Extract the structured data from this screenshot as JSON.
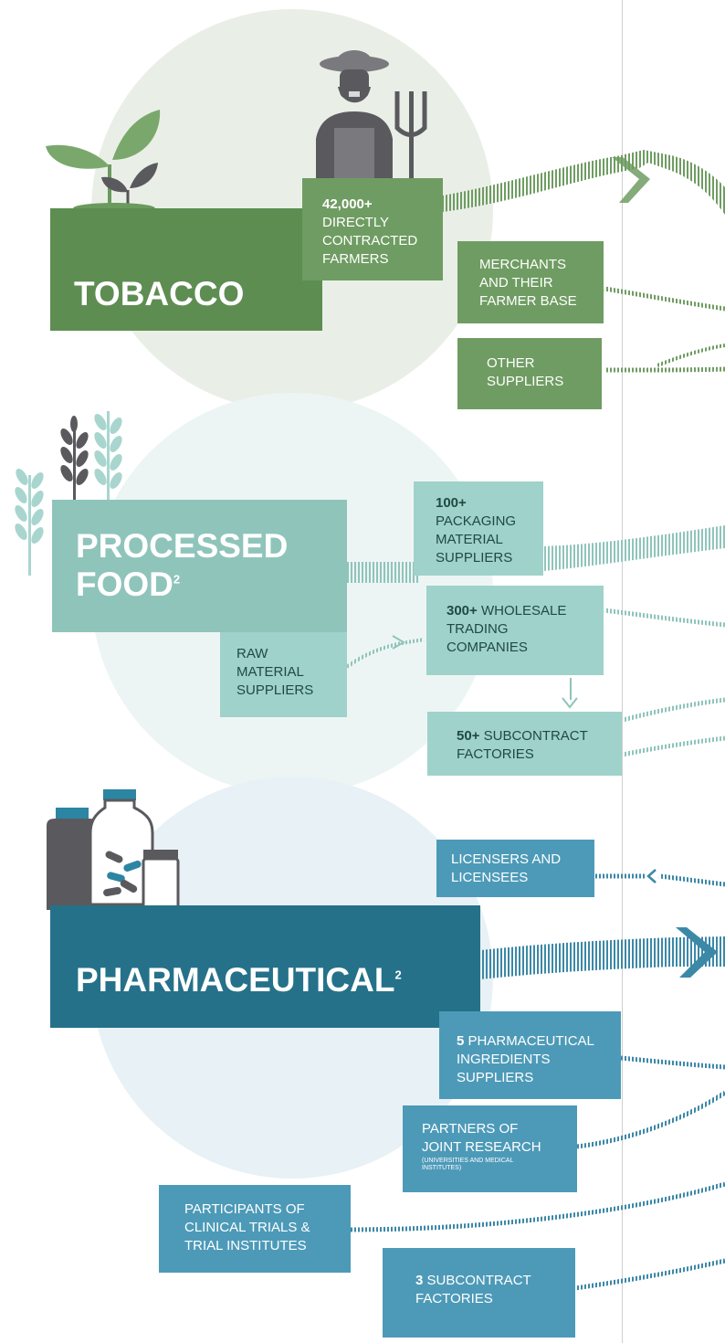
{
  "sections": {
    "tobacco": {
      "title": "TOBACCO",
      "color": "#5e8d52"
    },
    "food": {
      "title": "PROCESSED FOOD",
      "title_line1": "PROCESSED",
      "title_line2": "FOOD",
      "sup": "2",
      "color": "#8fc4bb"
    },
    "pharma": {
      "title": "PHARMACEUTICAL",
      "sup": "2",
      "color": "#25718a"
    }
  },
  "tobacco_boxes": {
    "farmers": {
      "count": "42,000+",
      "line1": "DIRECTLY",
      "line2": "CONTRACTED",
      "line3": "FARMERS"
    },
    "merchants": {
      "line1": "MERCHANTS",
      "line2": "AND THEIR",
      "line3": "FARMER BASE"
    },
    "other": {
      "line1": "OTHER",
      "line2": "SUPPLIERS"
    }
  },
  "food_boxes": {
    "packaging": {
      "count": "100+",
      "line1": "PACKAGING",
      "line2": "MATERIAL",
      "line3": "SUPPLIERS"
    },
    "wholesale": {
      "count": "300+",
      "line1": "WHOLESALE",
      "line2": "TRADING",
      "line3": "COMPANIES"
    },
    "raw": {
      "line1": "RAW",
      "line2": "MATERIAL",
      "line3": "SUPPLIERS"
    },
    "subcontract": {
      "count": "50+",
      "line1": "SUBCONTRACT",
      "line2": "FACTORIES"
    }
  },
  "pharma_boxes": {
    "licensers": {
      "line1": "LICENSERS AND",
      "line2": "LICENSEES"
    },
    "ingredients": {
      "count": "5",
      "line1": "PHARMACEUTICAL",
      "line2": "INGREDIENTS",
      "line3": "SUPPLIERS"
    },
    "research": {
      "line1": "PARTNERS OF",
      "line2": "JOINT RESEARCH",
      "note1": "(UNIVERSITIES AND MEDICAL",
      "note2": "INSTITUTES)"
    },
    "clinical": {
      "line1": "PARTICIPANTS OF",
      "line2": "CLINICAL TRIALS &",
      "line3": "TRIAL INSTITUTES"
    },
    "factories": {
      "count": "3",
      "line1": "SUBCONTRACT",
      "line2": "FACTORIES"
    }
  },
  "colors": {
    "tobacco_box": "#6f9c62",
    "tobacco_dark": "#5e8d52",
    "food_box": "#9fd2ca",
    "food_dark": "#8fc4bb",
    "pharma_box": "#4d9ab8",
    "pharma_dark": "#25718a",
    "circle_green": "#e9efe7",
    "circle_teal": "#edf5f4",
    "circle_blue": "#e8f1f5"
  }
}
